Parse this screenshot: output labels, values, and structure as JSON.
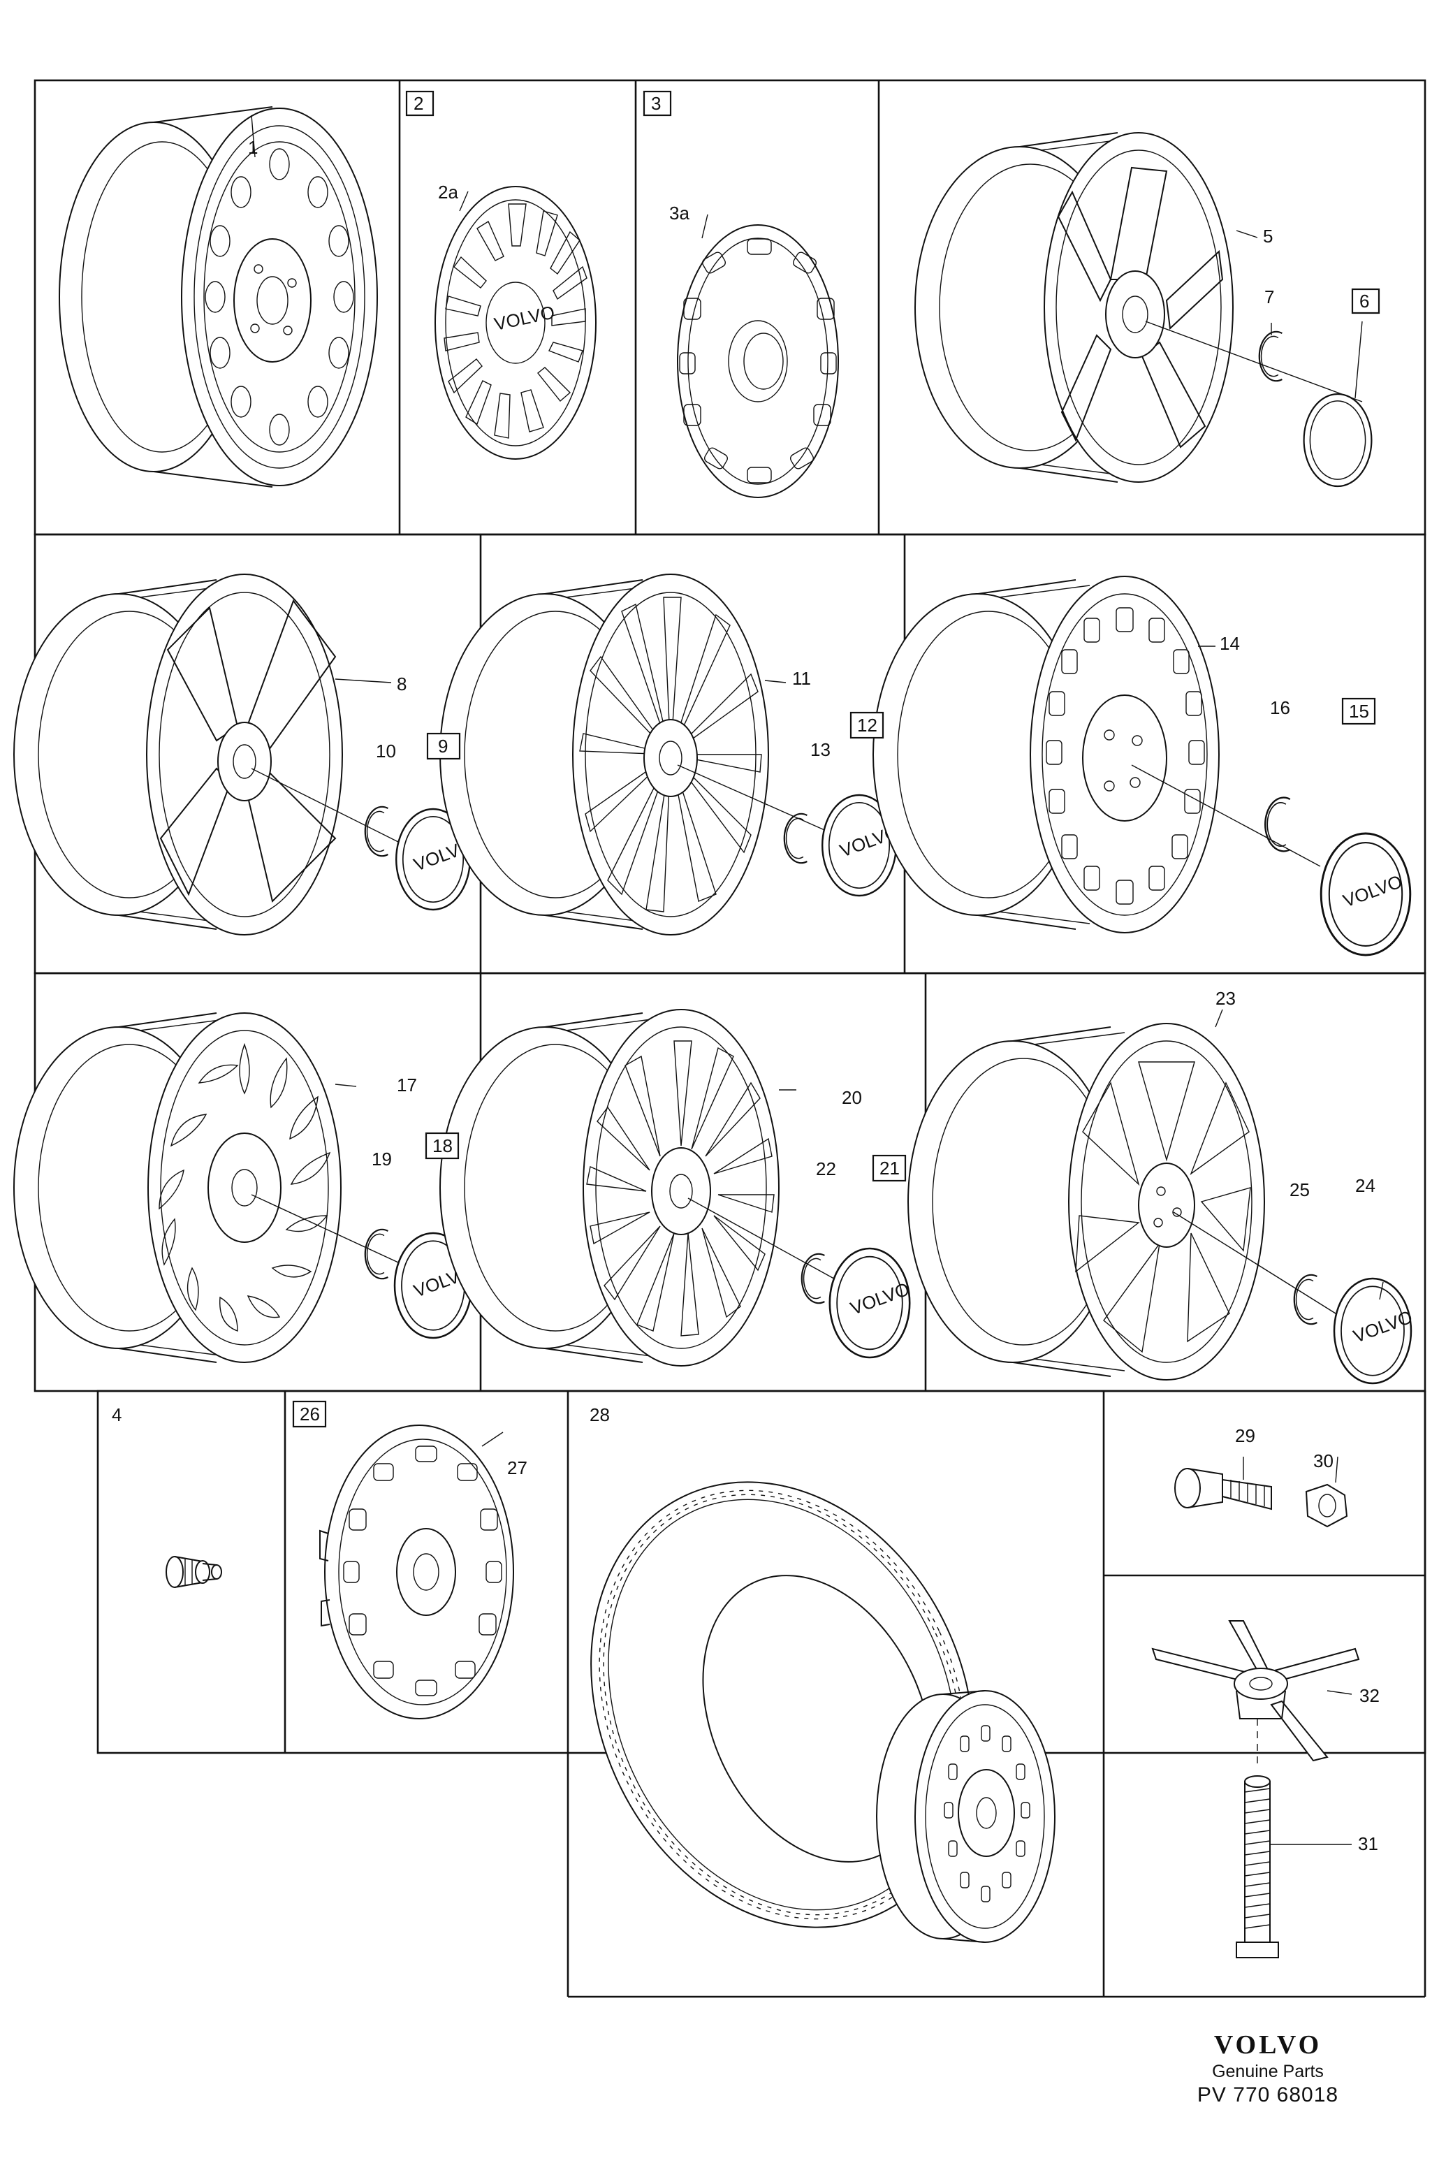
{
  "panels": [
    {
      "id": "p1",
      "labels": [
        {
          "text": "1",
          "boxed": false
        }
      ]
    },
    {
      "id": "p2",
      "labels": [
        {
          "text": "2",
          "boxed": true
        },
        {
          "text": "2a",
          "boxed": false
        }
      ]
    },
    {
      "id": "p3",
      "labels": [
        {
          "text": "3",
          "boxed": true
        },
        {
          "text": "3a",
          "boxed": false
        }
      ]
    },
    {
      "id": "p4",
      "labels": [
        {
          "text": "5",
          "boxed": false
        },
        {
          "text": "7",
          "boxed": false
        },
        {
          "text": "6",
          "boxed": true
        }
      ]
    },
    {
      "id": "p5",
      "labels": [
        {
          "text": "8",
          "boxed": false
        },
        {
          "text": "10",
          "boxed": false
        },
        {
          "text": "9",
          "boxed": true
        }
      ]
    },
    {
      "id": "p6",
      "labels": [
        {
          "text": "11",
          "boxed": false
        },
        {
          "text": "13",
          "boxed": false
        },
        {
          "text": "12",
          "boxed": true
        }
      ]
    },
    {
      "id": "p7",
      "labels": [
        {
          "text": "14",
          "boxed": false
        },
        {
          "text": "16",
          "boxed": false
        },
        {
          "text": "15",
          "boxed": true
        }
      ]
    },
    {
      "id": "p8",
      "labels": [
        {
          "text": "17",
          "boxed": false
        },
        {
          "text": "19",
          "boxed": false
        },
        {
          "text": "18",
          "boxed": true
        }
      ]
    },
    {
      "id": "p9",
      "labels": [
        {
          "text": "20",
          "boxed": false
        },
        {
          "text": "22",
          "boxed": false
        },
        {
          "text": "21",
          "boxed": true
        }
      ]
    },
    {
      "id": "p10",
      "labels": [
        {
          "text": "23",
          "boxed": false
        },
        {
          "text": "25",
          "boxed": false
        },
        {
          "text": "24",
          "boxed": false
        }
      ]
    },
    {
      "id": "p11",
      "labels": [
        {
          "text": "4",
          "boxed": false
        }
      ]
    },
    {
      "id": "p12",
      "labels": [
        {
          "text": "26",
          "boxed": true
        },
        {
          "text": "27",
          "boxed": false
        }
      ]
    },
    {
      "id": "p13",
      "labels": [
        {
          "text": "28",
          "boxed": false
        }
      ]
    },
    {
      "id": "p14",
      "labels": [
        {
          "text": "29",
          "boxed": false
        },
        {
          "text": "30",
          "boxed": false
        }
      ]
    },
    {
      "id": "p15",
      "labels": [
        {
          "text": "32",
          "boxed": false
        },
        {
          "text": "31",
          "boxed": false
        }
      ]
    }
  ],
  "cap_logo_text": "VOLVO",
  "footer": {
    "brand": "VOLVO",
    "subtitle": "Genuine Parts",
    "code": "PV 770 68018"
  }
}
